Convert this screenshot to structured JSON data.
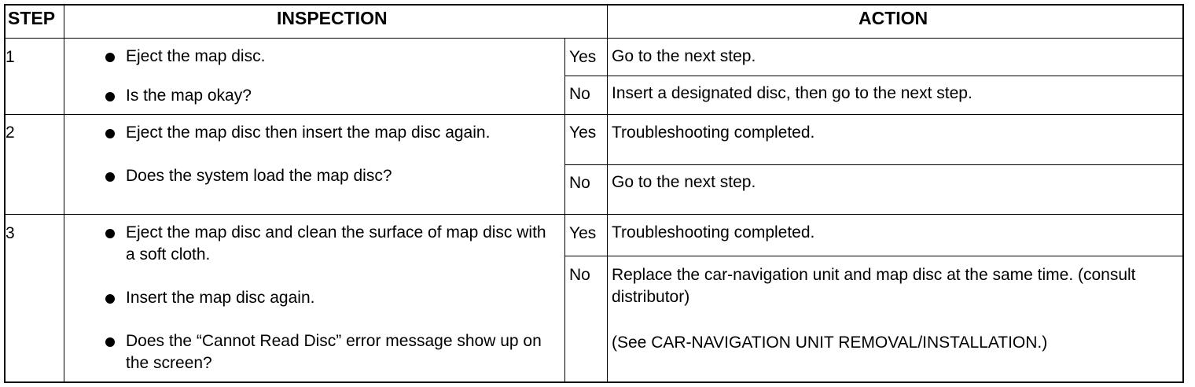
{
  "header": {
    "step": "STEP",
    "inspection": "INSPECTION",
    "action": "ACTION"
  },
  "steps": [
    {
      "num": "1",
      "inspection": [
        "Eject the map disc.",
        "Is the map okay?"
      ],
      "yes_label": "Yes",
      "yes_action": "Go to the next step.",
      "no_label": "No",
      "no_action": "Insert a designated disc, then go to the next step."
    },
    {
      "num": "2",
      "inspection": [
        "Eject the map disc then insert the map disc again.",
        "Does the system load the map disc?"
      ],
      "yes_label": "Yes",
      "yes_action": "Troubleshooting completed.",
      "no_label": "No",
      "no_action": "Go to the next step."
    },
    {
      "num": "3",
      "inspection": [
        "Eject the map disc and clean the surface of map disc with a soft cloth.",
        "Insert the map disc again.",
        "Does the “Cannot Read Disc” error message show up on the screen?"
      ],
      "yes_label": "Yes",
      "yes_action": "Troubleshooting completed.",
      "no_label": "No",
      "no_action": "Replace the car-navigation unit and map disc at the same time. (consult distributor)",
      "no_action_2": "(See CAR-NAVIGATION UNIT REMOVAL/INSTALLATION.)"
    }
  ]
}
